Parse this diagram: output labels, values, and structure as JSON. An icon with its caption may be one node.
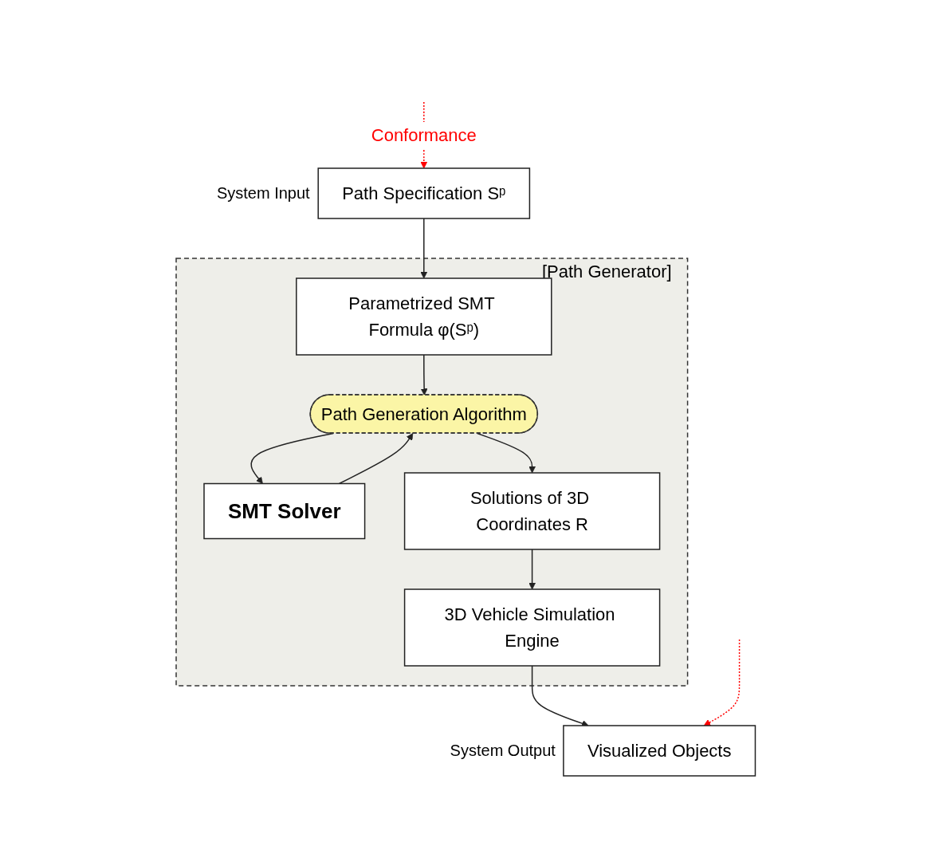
{
  "diagram": {
    "nodes": [
      {
        "text": [
          "Path Specification Sᵖ"
        ],
        "beside": [
          "System Input"
        ]
      },
      {
        "text": [
          "[Path Generator]"
        ]
      },
      {
        "text": [
          "Parametrized SMT Formula φ(Sᵖ)"
        ],
        "in": 1
      },
      {
        "text": [
          "Path Generation Algorithm"
        ],
        "in": 1
      },
      {
        "text": [
          "SMT Solver"
        ],
        "in": 1
      },
      {
        "text": [
          "Solutions of 3D Coordinates R"
        ],
        "in": 1
      },
      {
        "text": [
          "3D Vehicle Simulation Engine"
        ],
        "in": 1
      },
      {
        "text": [
          "Visualized Objects"
        ],
        "beside": [
          "System Output"
        ]
      }
    ],
    "edges": [
      {
        "from": null,
        "to": 0,
        "arrow": "to",
        "label": "Conformance",
        "style": "dashed",
        "color": "#ff0000"
      },
      {
        "from": 0,
        "to": 2,
        "arrow": "to"
      },
      {
        "from": 2,
        "to": 3,
        "arrow": "to"
      },
      {
        "from": 3,
        "to": 4,
        "arrow": "to"
      },
      {
        "from": 4,
        "to": 3,
        "arrow": "to"
      },
      {
        "from": 3,
        "to": 5,
        "arrow": "to"
      },
      {
        "from": 5,
        "to": 6,
        "arrow": "to"
      },
      {
        "from": 6,
        "to": 7,
        "arrow": "to"
      },
      {
        "from": null,
        "to": 7,
        "arrow": "to",
        "style": "dashed",
        "color": "#ff0000"
      }
    ]
  }
}
